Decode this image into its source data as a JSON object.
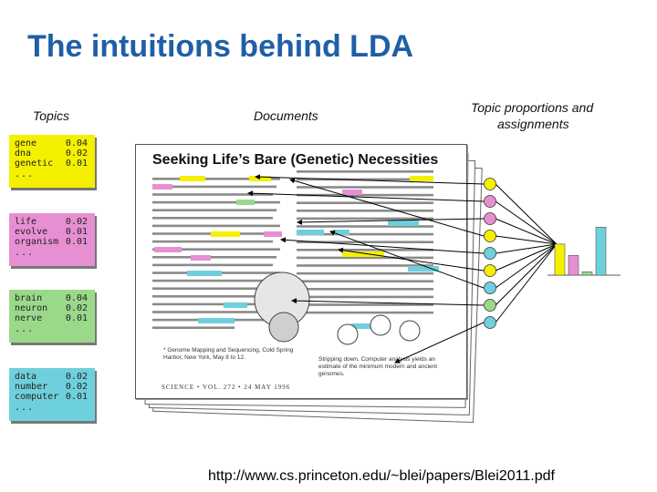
{
  "slide": {
    "title": "The intuitions behind LDA",
    "url": "http://www.cs.princeton.edu/~blei/papers/Blei2011.pdf"
  },
  "headers": {
    "topics": "Topics",
    "documents": "Documents",
    "proportions_line1": "Topic proportions and",
    "proportions_line2": "assignments"
  },
  "topics": [
    {
      "color": "#f4f000",
      "rows": [
        {
          "w": "gene",
          "p": "0.04"
        },
        {
          "w": "dna",
          "p": "0.02"
        },
        {
          "w": "genetic",
          "p": "0.01"
        }
      ],
      "more": "..."
    },
    {
      "color": "#e78fd3",
      "rows": [
        {
          "w": "life",
          "p": "0.02"
        },
        {
          "w": "evolve",
          "p": "0.01"
        },
        {
          "w": "organism",
          "p": "0.01"
        }
      ],
      "more": "..."
    },
    {
      "color": "#9bd98a",
      "rows": [
        {
          "w": "brain",
          "p": "0.04"
        },
        {
          "w": "neuron",
          "p": "0.02"
        },
        {
          "w": "nerve",
          "p": "0.01"
        }
      ],
      "more": "..."
    },
    {
      "color": "#6fd0dd",
      "rows": [
        {
          "w": "data",
          "p": "0.02"
        },
        {
          "w": "number",
          "p": "0.02"
        },
        {
          "w": "computer",
          "p": "0.01"
        }
      ],
      "more": "..."
    }
  ],
  "document": {
    "title": "Seeking Life’s Bare (Genetic) Necessities",
    "footer": "SCIENCE • VOL. 272 • 24 MAY 1996",
    "cite_left": "* Genome Mapping and Sequencing, Cold Spring Harbor, New York, May 8 to 12.",
    "cite_right": "Stripping down. Computer analysis yields an estimate of the minimum modern and ancient genomes."
  },
  "proportions": {
    "topic_colors": [
      "#f4f000",
      "#e78fd3",
      "#9bd98a",
      "#6fd0dd"
    ],
    "values": [
      0.55,
      0.35,
      0.06,
      0.85
    ]
  }
}
